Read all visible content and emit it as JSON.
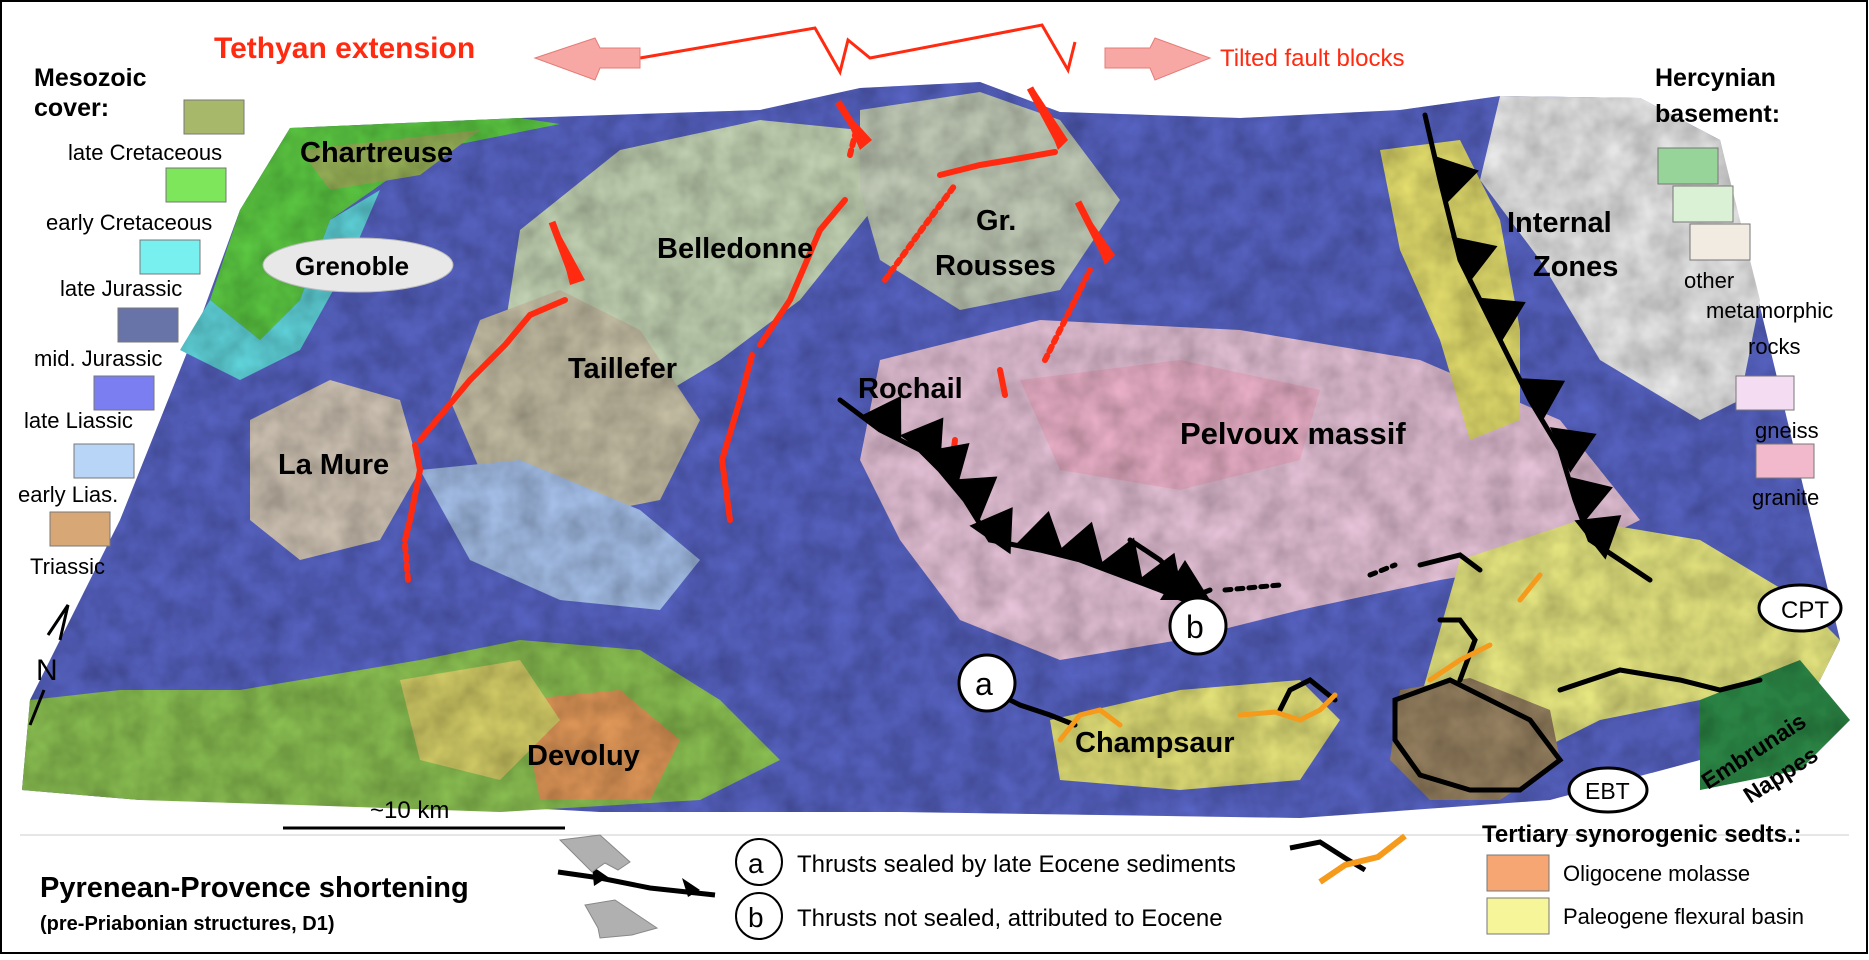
{
  "top": {
    "tethyan_extension": "Tethyan extension",
    "tilted_fault_blocks": "Tilted fault blocks"
  },
  "mesozoic": {
    "heading_line1": "Mesozoic",
    "heading_line2": "cover:",
    "items": [
      {
        "label": "late Cretaceous",
        "color": "#a7b86a"
      },
      {
        "label": "early Cretaceous",
        "color": "#7ee65a"
      },
      {
        "label": "late Jurassic",
        "color": "#78f0f0"
      },
      {
        "label": "mid. Jurassic",
        "color": "#6874a8"
      },
      {
        "label": "late Liassic",
        "color": "#7a7ef0"
      },
      {
        "label": "early Lias.",
        "color": "#b8d4f6"
      },
      {
        "label": "Triassic",
        "color": "#d8a776"
      }
    ]
  },
  "hercynian": {
    "heading_line1": "Hercynian",
    "heading_line2": "basement:",
    "swatch_colors": [
      "#97d49a",
      "#dbf1d5",
      "#f2ebe2"
    ],
    "other_line1": "other",
    "other_line2": "metamorphic",
    "other_line3": "rocks",
    "gneiss": "gneiss",
    "gneiss_color": "#f4dcf2",
    "granite": "granite",
    "granite_color": "#f2b9cc"
  },
  "places": {
    "chartreuse": "Chartreuse",
    "grenoble": "Grenoble",
    "belledonne": "Belledonne",
    "gr": "Gr.",
    "rousses": "Rousses",
    "internal": "Internal",
    "zones": "Zones",
    "taillefer": "Taillefer",
    "rochail": "Rochail",
    "la_mure": "La Mure",
    "pelvoux": "Pelvoux massif",
    "devoluy": "Devoluy",
    "champsaur": "Champsaur",
    "embrunais": "Embrunais",
    "nappes": "Nappes",
    "cpt": "CPT",
    "ebt": "EBT",
    "label_a": "a",
    "label_b": "b",
    "north": "N"
  },
  "scale": "~10 km",
  "bottom": {
    "pyrenean_title": "Pyrenean-Provence shortening",
    "pyrenean_sub": "(pre-Priabonian structures, D1)",
    "item_a_letter": "a",
    "item_a": "Thrusts sealed by late Eocene sediments",
    "item_b_letter": "b",
    "item_b": "Thrusts not sealed, attributed to Eocene"
  },
  "tertiary": {
    "heading": "Tertiary synorogenic sedts.:",
    "items": [
      {
        "label": "Oligocene molasse",
        "color": "#f6a673"
      },
      {
        "label": "Paleogene flexural basin",
        "color": "#f7f59a"
      }
    ]
  },
  "colors": {
    "fault_red": "#ff2a10",
    "arrow_pink": "#f8a8a4",
    "thrust_black": "#000000",
    "sealed_orange": "#f59a1a",
    "relief_blue": "#5a66c8"
  }
}
